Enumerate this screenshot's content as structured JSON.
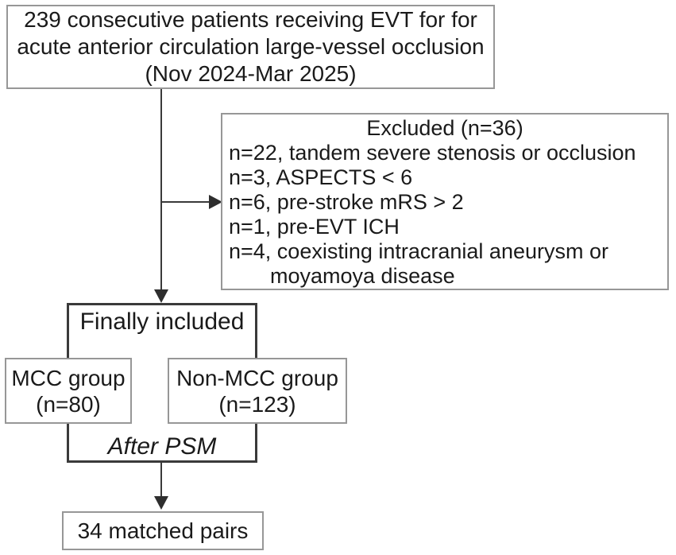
{
  "diagram": {
    "title_semantic": "patient-selection-flowchart",
    "colors": {
      "box_border": "#979797",
      "line": "#3a3a3a",
      "arrowhead": "#2e2e2e",
      "text": "#1a1a1a",
      "background": "#ffffff"
    },
    "enrollment": {
      "lines": [
        "239 consecutive patients receiving EVT for for",
        "acute anterior circulation large-vessel occlusion",
        "(Nov 2024-Mar 2025)"
      ]
    },
    "excluded": {
      "title": "Excluded (n=36)",
      "items": [
        "n=22, tandem severe stenosis or occlusion",
        "n=3, ASPECTS < 6",
        "n=6, pre-stroke mRS > 2",
        "n=1, pre-EVT ICH",
        "n=4, coexisting intracranial aneurysm or",
        "moyamoya disease"
      ]
    },
    "finally_included": {
      "label": "Finally included"
    },
    "mcc_group": {
      "lines": [
        "MCC group",
        "(n=80)"
      ]
    },
    "non_mcc_group": {
      "lines": [
        "Non-MCC group",
        "(n=123)"
      ]
    },
    "psm": {
      "label": "After PSM"
    },
    "matched": {
      "label": "34 matched pairs"
    }
  }
}
